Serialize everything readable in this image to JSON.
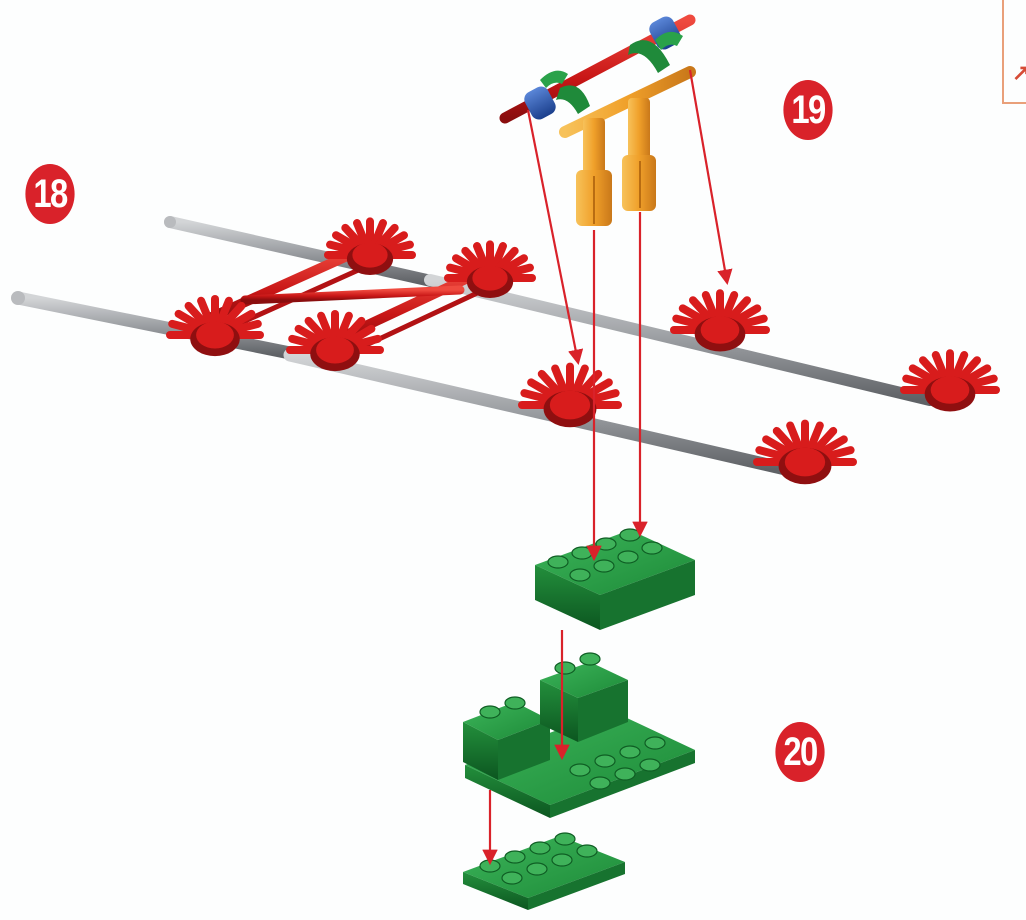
{
  "steps": [
    {
      "number": "18"
    },
    {
      "number": "19"
    },
    {
      "number": "20"
    }
  ],
  "colors": {
    "badge": "#d9222a",
    "rod_red": "#d42020",
    "rod_red_dark": "#8f0f10",
    "connector_red": "#d81c1c",
    "axle_gray": "#8e9195",
    "axle_gray_light": "#c7c9cb",
    "brick_green": "#1f8a3a",
    "brick_green_dark": "#0f5e24",
    "brick_green_light": "#3fb25a",
    "orange": "#f2a12a",
    "blue": "#2a5bb8",
    "arrow": "#d9222a",
    "corner_frame": "#e9a07a"
  },
  "icons": [
    "corner-bracket-icon"
  ]
}
